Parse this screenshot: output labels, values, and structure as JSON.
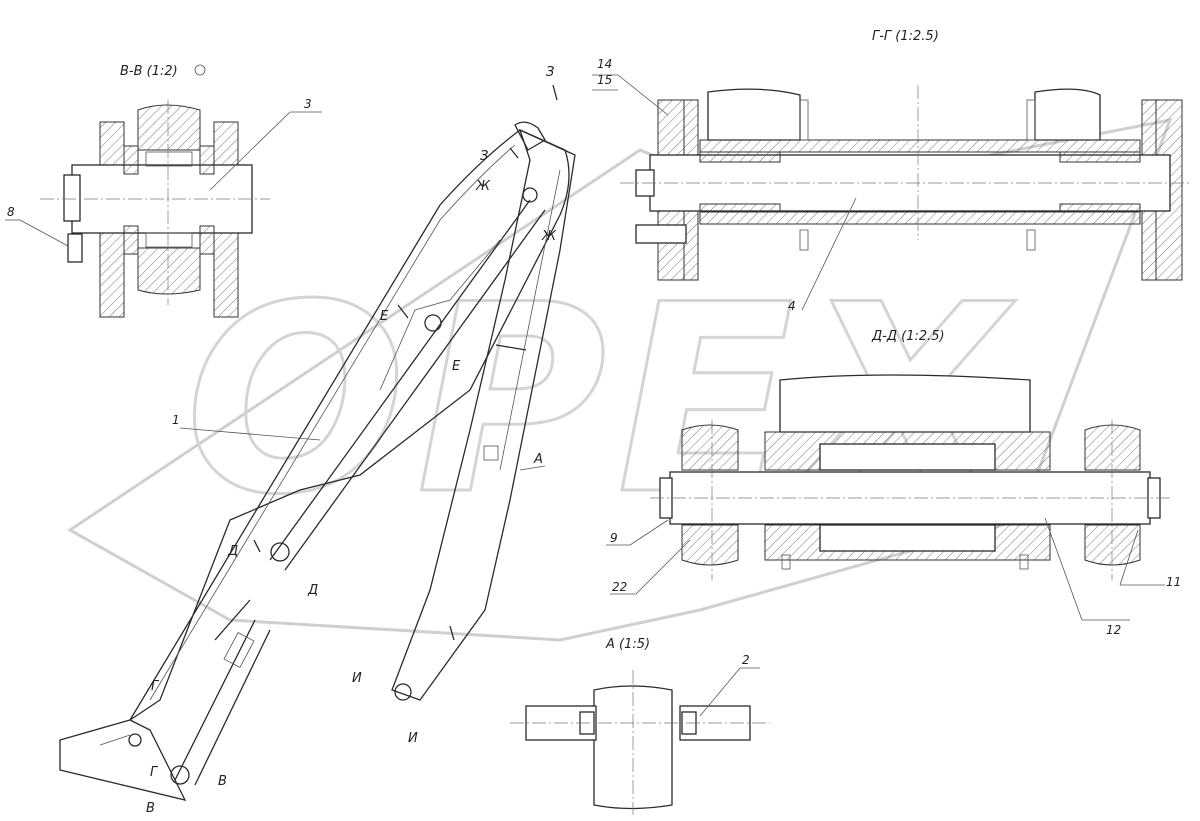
{
  "views": {
    "section_vv": "В-В  (1:2)",
    "section_gg": "Г-Г  (1:2.5)",
    "section_dd": "Д-Д  (1:2.5)",
    "view_a": "А  (1:5)"
  },
  "cut_marks": {
    "z": "З",
    "zh": "Ж",
    "e": "Е",
    "a": "А",
    "d": "Д",
    "i": "И",
    "g": "Г",
    "v": "В"
  },
  "callouts": {
    "c1": "1",
    "c2": "2",
    "c3": "3",
    "c4": "4",
    "c8": "8",
    "c9": "9",
    "c11": "11",
    "c12": "12",
    "c14": "14",
    "c15": "15",
    "c22": "22"
  },
  "watermark": {
    "text": "OPEX",
    "color": "#cfcfcf"
  }
}
